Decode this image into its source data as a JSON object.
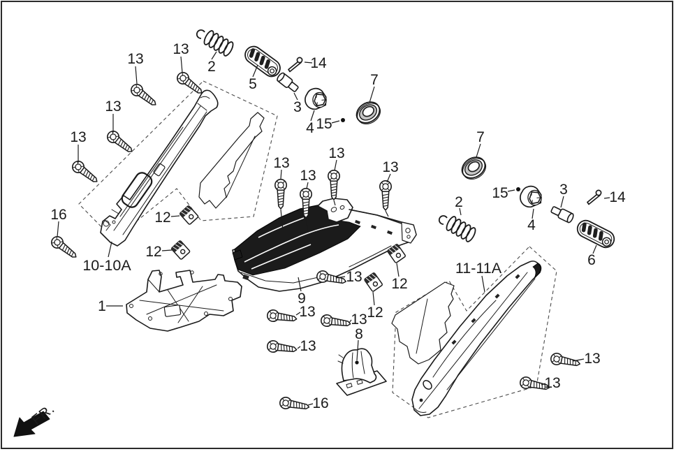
{
  "diagram": {
    "kind": "exploded-parts-diagram",
    "direction_label": "FR.",
    "group_labels": {
      "left": "10-10A",
      "right": "11-11A"
    },
    "part_refs_visible": [
      "1",
      "2",
      "3",
      "4",
      "5",
      "6",
      "7",
      "8",
      "9",
      "12",
      "13",
      "14",
      "15",
      "16"
    ],
    "callout_counts": {
      "1": 1,
      "2": 2,
      "3": 2,
      "4": 2,
      "5": 1,
      "6": 1,
      "7": 2,
      "8": 1,
      "9": 1,
      "12": 4,
      "13": 14,
      "14": 2,
      "15": 2,
      "16": 2,
      "10-10A": 1,
      "11-11A": 1,
      "FR.": 1
    },
    "line_color": "#1a1a1a",
    "background_color": "#ffffff"
  },
  "labels": {
    "n1": "1",
    "n2": "2",
    "n3": "3",
    "n4": "4",
    "n5": "5",
    "n6": "6",
    "n7": "7",
    "n8": "8",
    "n9": "9",
    "n12": "12",
    "n13": "13",
    "n14": "14",
    "n15": "15",
    "n16": "16",
    "g10": "10-10A",
    "g11": "11-11A",
    "fr": "FR."
  }
}
